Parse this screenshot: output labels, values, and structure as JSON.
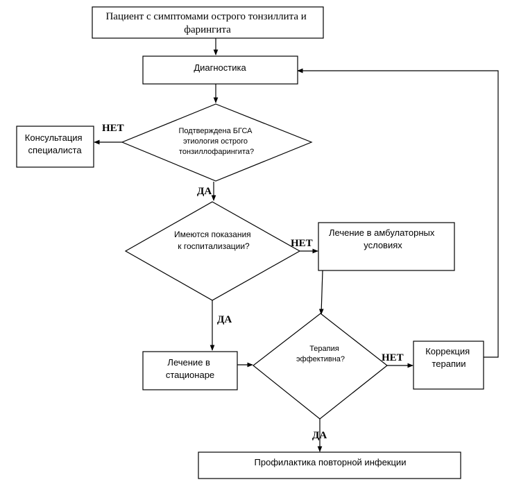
{
  "nodes": {
    "patient": {
      "lines": [
        "Пациент с симптомами острого тонзиллита и",
        "фарингита"
      ]
    },
    "diagnostics": {
      "lines": [
        "Диагностика"
      ]
    },
    "q_bgsa": {
      "lines": [
        "Подтверждена БГСА",
        "этиология острого",
        "тонзиллофарингита?"
      ]
    },
    "specialist": {
      "lines": [
        "Консультация",
        "специалиста"
      ]
    },
    "q_hosp": {
      "lines": [
        "Имеются показания",
        "к госпитализации?"
      ]
    },
    "outpatient": {
      "lines": [
        "Лечение в амбулаторных",
        "условиях"
      ]
    },
    "inpatient": {
      "lines": [
        "Лечение в",
        "стационаре"
      ]
    },
    "q_effective": {
      "lines": [
        "Терапия",
        "эффективна?"
      ]
    },
    "correction": {
      "lines": [
        "Коррекция",
        "терапии"
      ]
    },
    "prevention": {
      "lines": [
        "Профилактика повторной инфекции"
      ]
    }
  },
  "edge_labels": {
    "bgsa_no": "НЕТ",
    "bgsa_yes": "ДА",
    "hosp_no": "НЕТ",
    "hosp_yes": "ДА",
    "eff_no": "НЕТ",
    "eff_yes": "ДА"
  }
}
